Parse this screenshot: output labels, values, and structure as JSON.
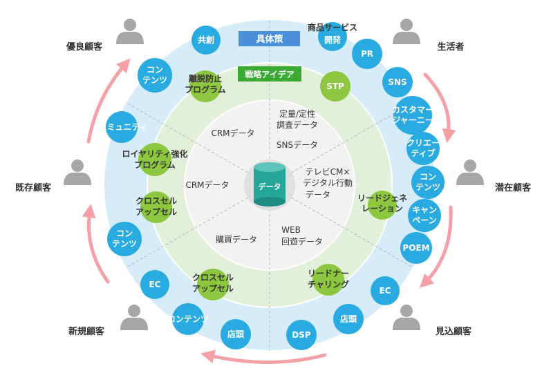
{
  "people": {
    "yuryo": "優良顧客",
    "seikatsusha": "生活者",
    "kison": "既存顧客",
    "senzai": "潜在顧客",
    "shinki": "新規顧客",
    "mikomi": "見込顧客"
  },
  "bands": {
    "gutaisaku": "具体策",
    "senryaku": "戦略アイデア"
  },
  "blue_circles": {
    "kyoso": "共創",
    "contents_tl_1": "コン",
    "contents_tl_2": "テンツ",
    "community": "コミュニティ",
    "contents_ml_1": "コン",
    "contents_ml_2": "テンツ",
    "ec_left": "EC",
    "contents_bl": "コンテンツ",
    "tento_bl": "店頭",
    "dsp": "DSP",
    "tento_br": "店頭",
    "ec_right": "EC",
    "poem": "POEM",
    "campaign_1": "キャン",
    "campaign_2": "ペーン",
    "contents_r_1": "コン",
    "contents_r_2": "テンツ",
    "creative_1": "クリエー",
    "creative_2": "ティブ",
    "customer_1": "カスタマー",
    "customer_2": "ジャーニー",
    "sns": "SNS",
    "pr": "PR",
    "product_1": "商品サービス",
    "product_2": "開発"
  },
  "green_circles": {
    "stp": "STP",
    "ridatsu_1": "離脱防止",
    "ridatsu_2": "プログラム",
    "loyalty_1": "ロイヤリティ強化",
    "loyalty_2": "プログラム",
    "cross_l_1": "クロスセル",
    "cross_l_2": "アップセル",
    "cross_b_1": "クロスセル",
    "cross_b_2": "アップセル",
    "nurturing_1": "リードナー",
    "nurturing_2": "チャリング",
    "leadgen_1": "リードジェネ",
    "leadgen_2": "レーション"
  },
  "inner": {
    "crm_top": "CRMデータ",
    "teiryo_1": "定量/定性",
    "teiryo_2": "調査データ",
    "sns_data": "SNSデータ",
    "crm_left": "CRMデータ",
    "tv_1": "テレビCM×",
    "tv_2": "デジタル行動",
    "tv_3": "データ",
    "kobai": "購買データ",
    "web_1": "WEB",
    "web_2": "回遊データ",
    "center": "データ"
  },
  "colors": {
    "outer_ring": "#d6ecf9",
    "middle_ring": "#e2f0d9",
    "inner_disc": "#f2f2f2",
    "blue_node": "#29abe2",
    "green_node": "#8dc63f",
    "band_blue": "#4a90d9",
    "band_green": "#3aaa35",
    "cylinder": "#26a69a",
    "arrow": "#f4a0a6",
    "person": "#a6a6a6"
  }
}
